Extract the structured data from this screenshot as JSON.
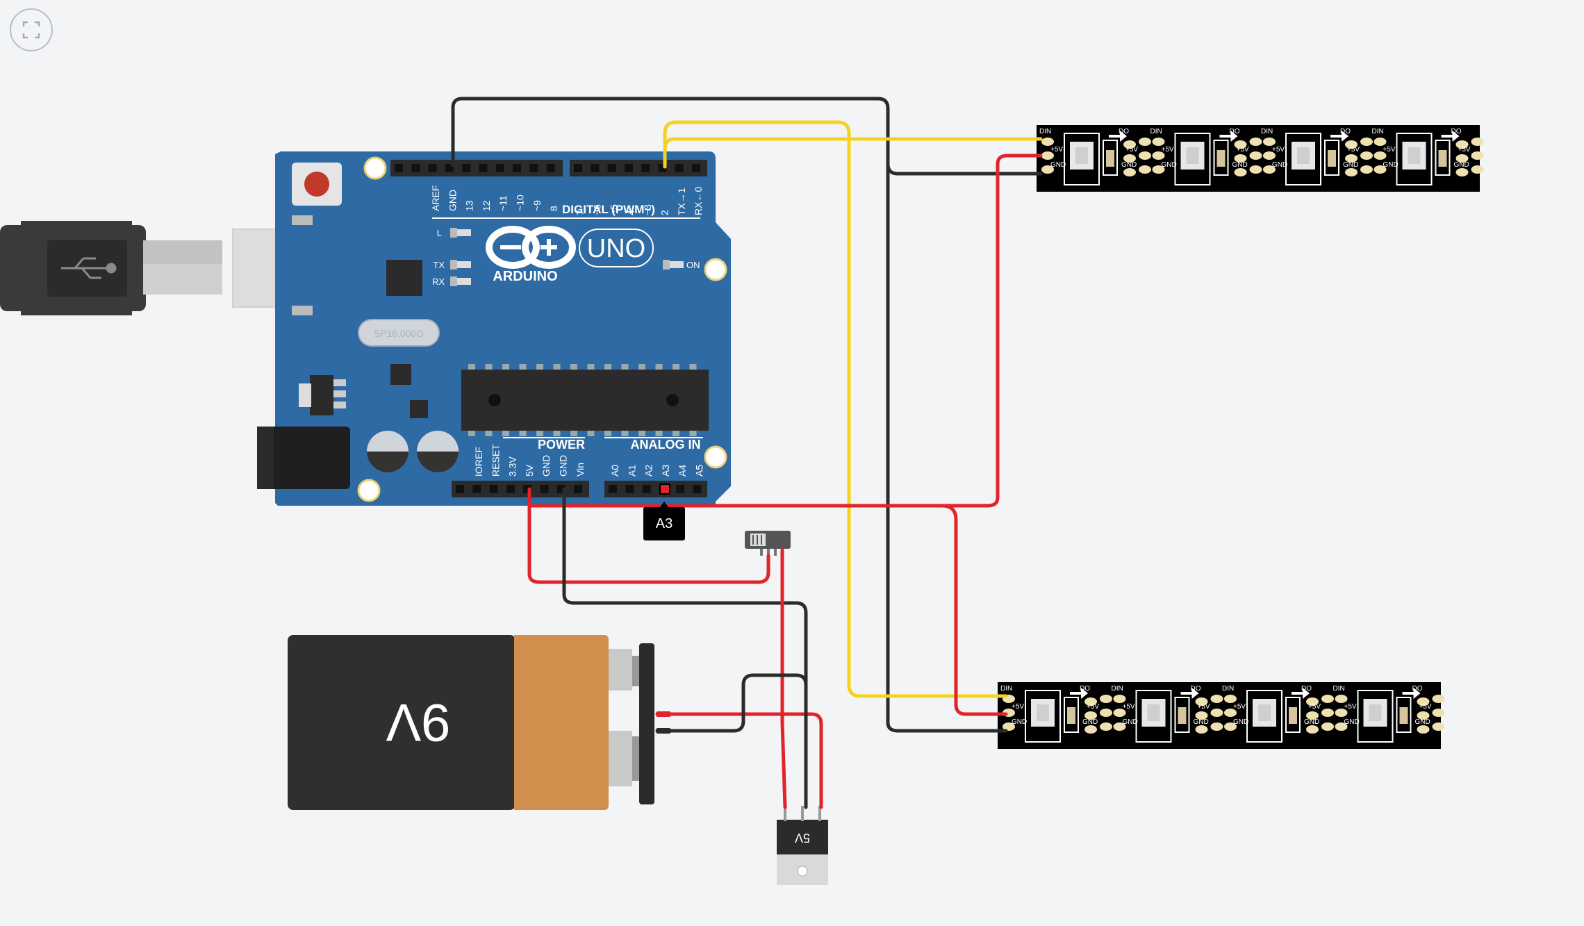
{
  "canvas": {
    "fit_button_icon": "fit-to-view-icon",
    "selected_pin_tooltip": "A3"
  },
  "arduino": {
    "brand": "ARDUINO",
    "model": "UNO",
    "crystal": "SP16.000G",
    "label_digital": "DIGITAL (PWM~)",
    "label_power": "POWER",
    "label_analog": "ANALOG IN",
    "led_l": "L",
    "led_tx": "TX",
    "led_rx": "RX",
    "led_on": "ON",
    "top_left_pins": [
      "AREF",
      "GND",
      "13",
      "12",
      "~11",
      "~10",
      "~9",
      "8"
    ],
    "top_right_pins": [
      "7",
      "~6",
      "~5",
      "4",
      "~3",
      "2",
      "TX→1",
      "RX←0"
    ],
    "power_pins": [
      "IOREF",
      "RESET",
      "3.3V",
      "5V",
      "GND",
      "GND",
      "Vin"
    ],
    "analog_pins": [
      "A0",
      "A1",
      "A2",
      "A3",
      "A4",
      "A5"
    ]
  },
  "battery": {
    "label": "9V"
  },
  "regulator": {
    "label": "5V"
  },
  "led_strip": {
    "pad_din": "DIN",
    "pad_do": "DO",
    "pad_5v": "+5V",
    "pad_gnd": "GND",
    "led_count": 4
  },
  "colors": {
    "board": "#2e6aa3",
    "wire_red": "#e0242a",
    "wire_black": "#2b2b2b",
    "wire_yellow": "#f3d31f",
    "battery_body": "#2f2f2f",
    "battery_cap": "#d18f4e",
    "strip": "#000000",
    "pad": "#efe0b0"
  }
}
